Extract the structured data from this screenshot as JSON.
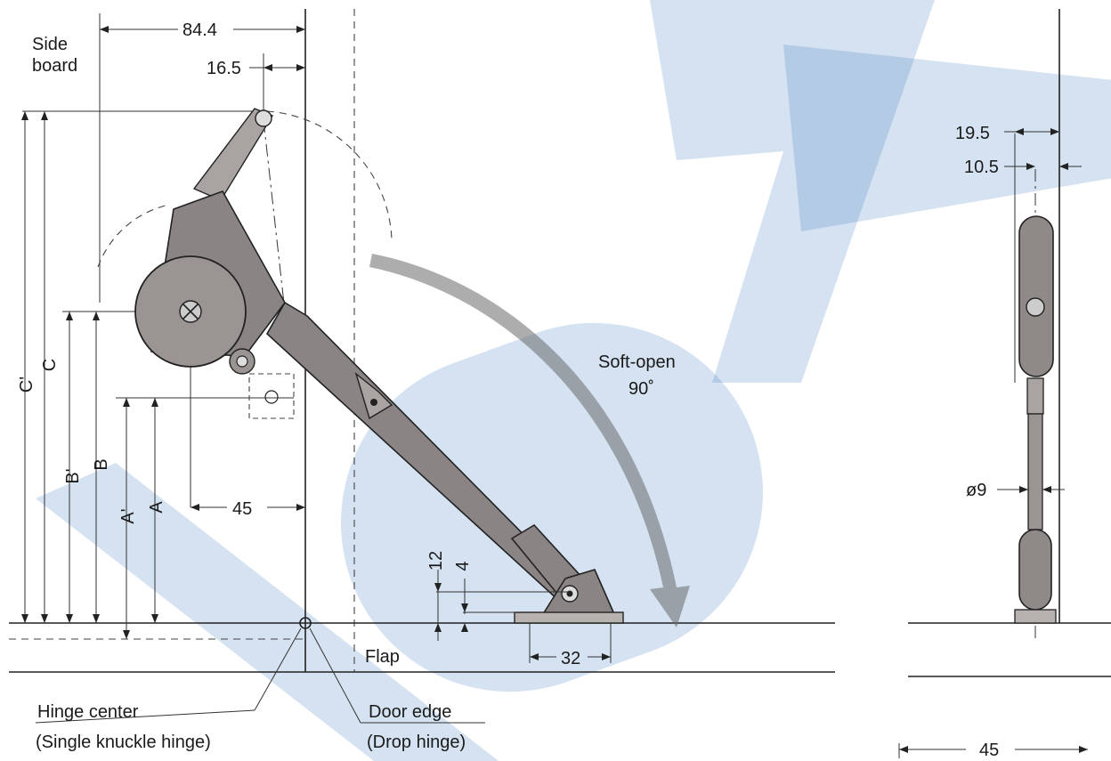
{
  "labels": {
    "side_board_1": "Side",
    "side_board_2": "board",
    "flap": "Flap",
    "soft_open_1": "Soft-open",
    "soft_open_2": "90˚",
    "hinge_center_1": "Hinge center",
    "hinge_center_2": "(Single knuckle hinge)",
    "door_edge_1": "Door edge",
    "door_edge_2": "(Drop hinge)"
  },
  "dimensions": {
    "d_84_4": "84.4",
    "d_16_5": "16.5",
    "d_45_main": "45",
    "d_12": "12",
    "d_4": "4",
    "d_32": "32",
    "d_19_5": "19.5",
    "d_10_5": "10.5",
    "d_o9": "ø9",
    "d_45_side": "45"
  },
  "letters": {
    "c_prime": "C'",
    "c": "C",
    "b_prime": "B'",
    "b": "B",
    "a_prime": "A'",
    "a": "A"
  },
  "watermark": {
    "color": "#3f7dbd"
  }
}
